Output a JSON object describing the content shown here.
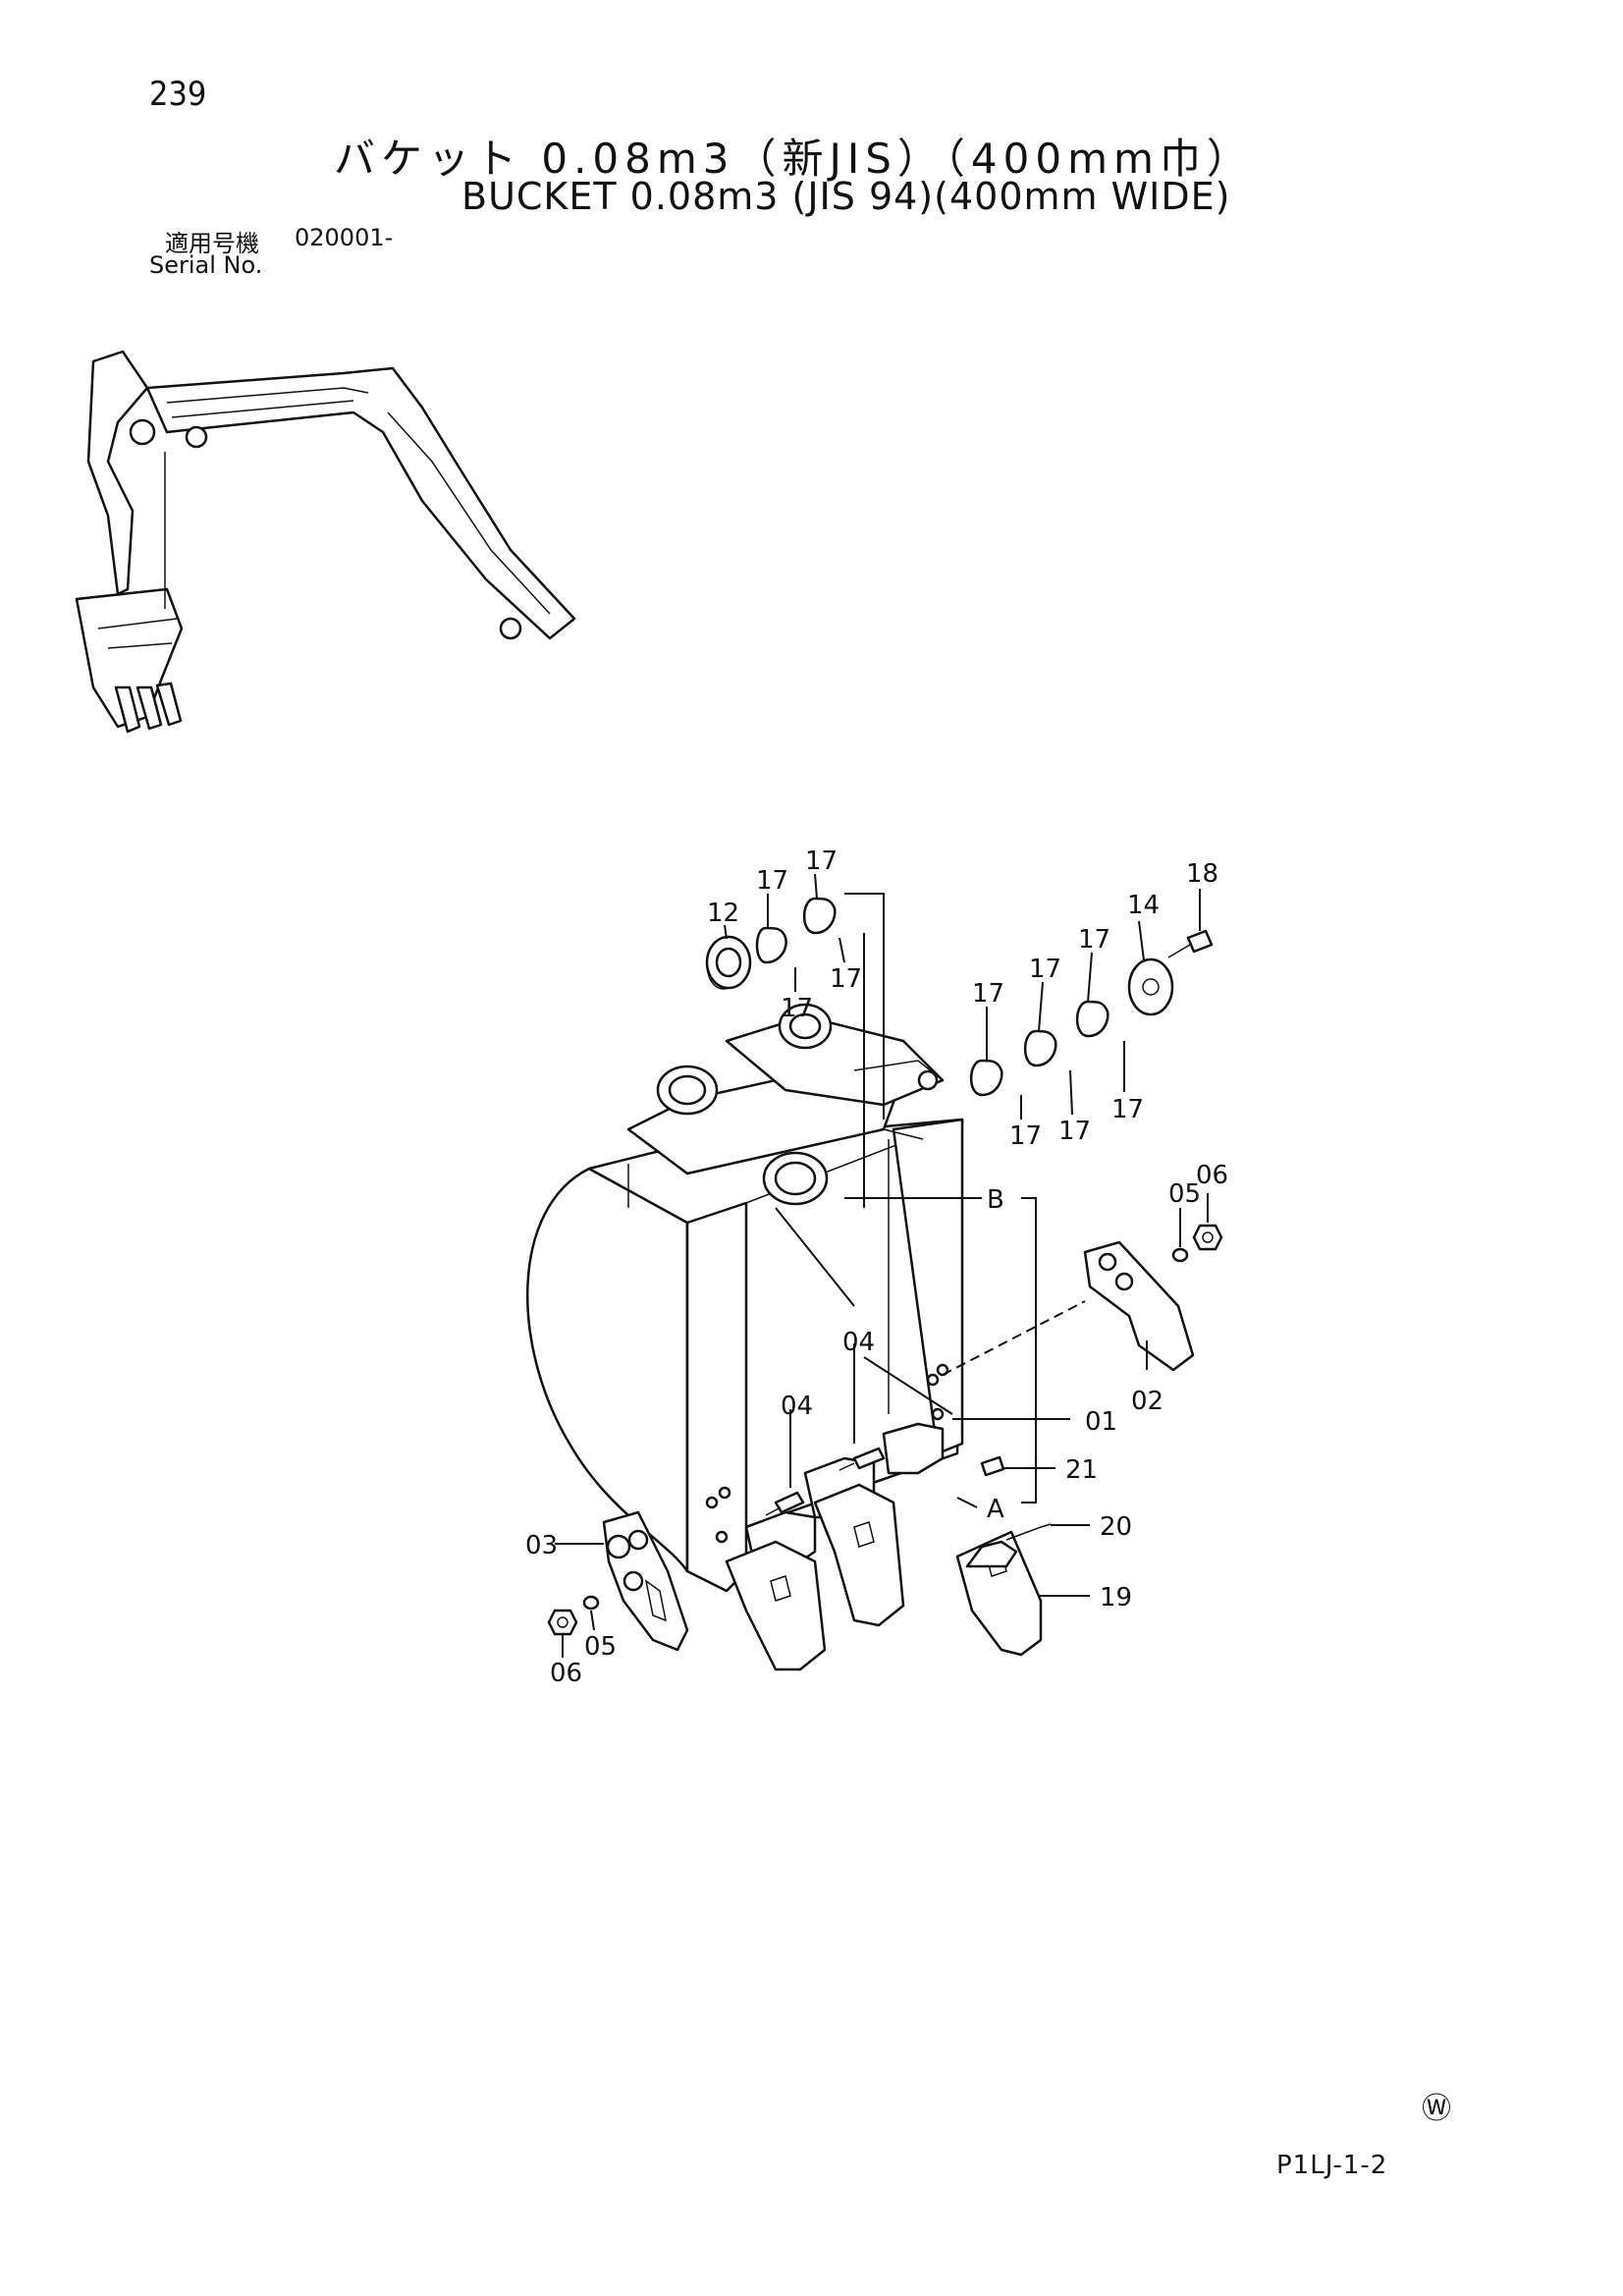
{
  "page": {
    "number": "239",
    "title_jp": "バケット 0.08m3（新JIS）（400mm巾）",
    "title_en": "BUCKET 0.08m3 (JIS 94)(400mm WIDE)",
    "serial_label_jp": "適用号機",
    "serial_value": "020001-",
    "serial_label_en": "Serial No.",
    "mark": "Ⓦ",
    "page_code": "P1LJ-1-2"
  },
  "callouts": {
    "p01": "01",
    "p02": "02",
    "p03": "03",
    "p04a": "04",
    "p04b": "04",
    "p05a": "05",
    "p05b": "05",
    "p06a": "06",
    "p06b": "06",
    "p12": "12",
    "p14": "14",
    "p18": "18",
    "p19": "19",
    "p20": "20",
    "p21": "21",
    "p17": "17",
    "refA": "A",
    "refB": "B"
  }
}
